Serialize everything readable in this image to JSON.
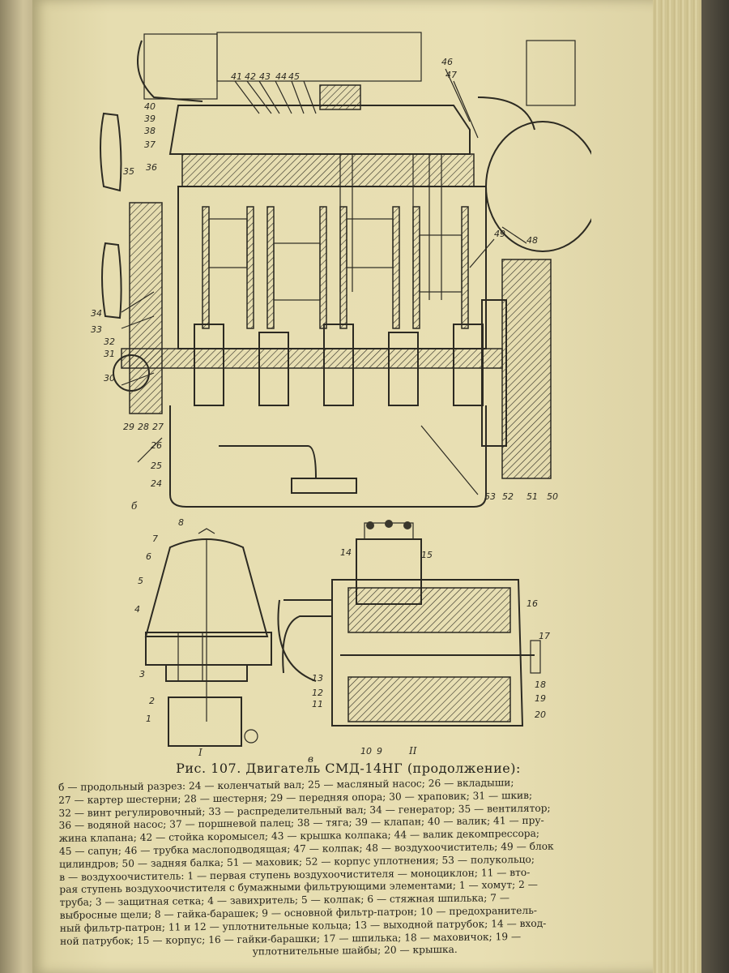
{
  "figure": {
    "caption": "Рис. 107. Двигатель СМД-14НГ (продолжение):",
    "view_labels": {
      "top": "б",
      "bottom_left": "I",
      "bottom_mid": "в",
      "bottom_right": "II"
    },
    "top_callouts": [
      "24",
      "25",
      "26",
      "27",
      "28",
      "29",
      "30",
      "31",
      "32",
      "33",
      "34",
      "35",
      "36",
      "37",
      "38",
      "39",
      "40",
      "41",
      "42",
      "43",
      "44",
      "45",
      "46",
      "47",
      "48",
      "49",
      "50",
      "51",
      "52",
      "53"
    ],
    "bottom_callouts": [
      "1",
      "2",
      "3",
      "4",
      "5",
      "6",
      "7",
      "8",
      "9",
      "10",
      "11",
      "12",
      "13",
      "14",
      "15",
      "16",
      "17",
      "18",
      "19",
      "20"
    ]
  },
  "legend_lines": [
    "б — продольный разрез: 24 — коленчатый вал; 25 — масляный насос; 26 — вкладыши;",
    "27 — картер шестерни; 28 — шестерня; 29 — передняя опора; 30 — храповик; 31 — шкив;",
    "32 — винт регулировочный; 33 — распределительный вал; 34 — генератор; 35 — вентилятор;",
    "36 — водяной насос; 37 — поршневой палец; 38 — тяга; 39 — клапан; 40 — валик; 41 — пру-",
    "жина клапана; 42 — стойка коромысел; 43 — крышка колпака; 44 — валик декомпрессора;",
    "45 — сапун; 46 — трубка маслоподводящая; 47 — колпак; 48 — воздухоочиститель; 49 — блок",
    "цилиндров; 50 — задняя балка; 51 — маховик; 52 — корпус уплотнения; 53 — полукольцо;",
    "в — воздухоочиститель: 1 — первая ступень воздухоочистителя — моноциклон; 11 — вто-",
    "рая ступень воздухоочистителя с бумажными фильтрующими элементами; 1 — хомут; 2 —",
    "труба; 3 — защитная сетка; 4 — завихритель; 5 — колпак; 6 — стяжная шпилька; 7 —",
    "выбросные щели; 8 — гайка-барашек; 9 — основной фильтр-патрон; 10 — предохранитель-",
    "ный фильтр-патрон; 11 и 12 — уплотнительные кольца; 13 — выходной патрубок; 14 — вход-",
    "ной патрубок; 15 — корпус; 16 — гайки-барашки; 17 — шпилька; 18 — маховичок; 19 —",
    "уплотнительные шайбы; 20 — крышка."
  ]
}
